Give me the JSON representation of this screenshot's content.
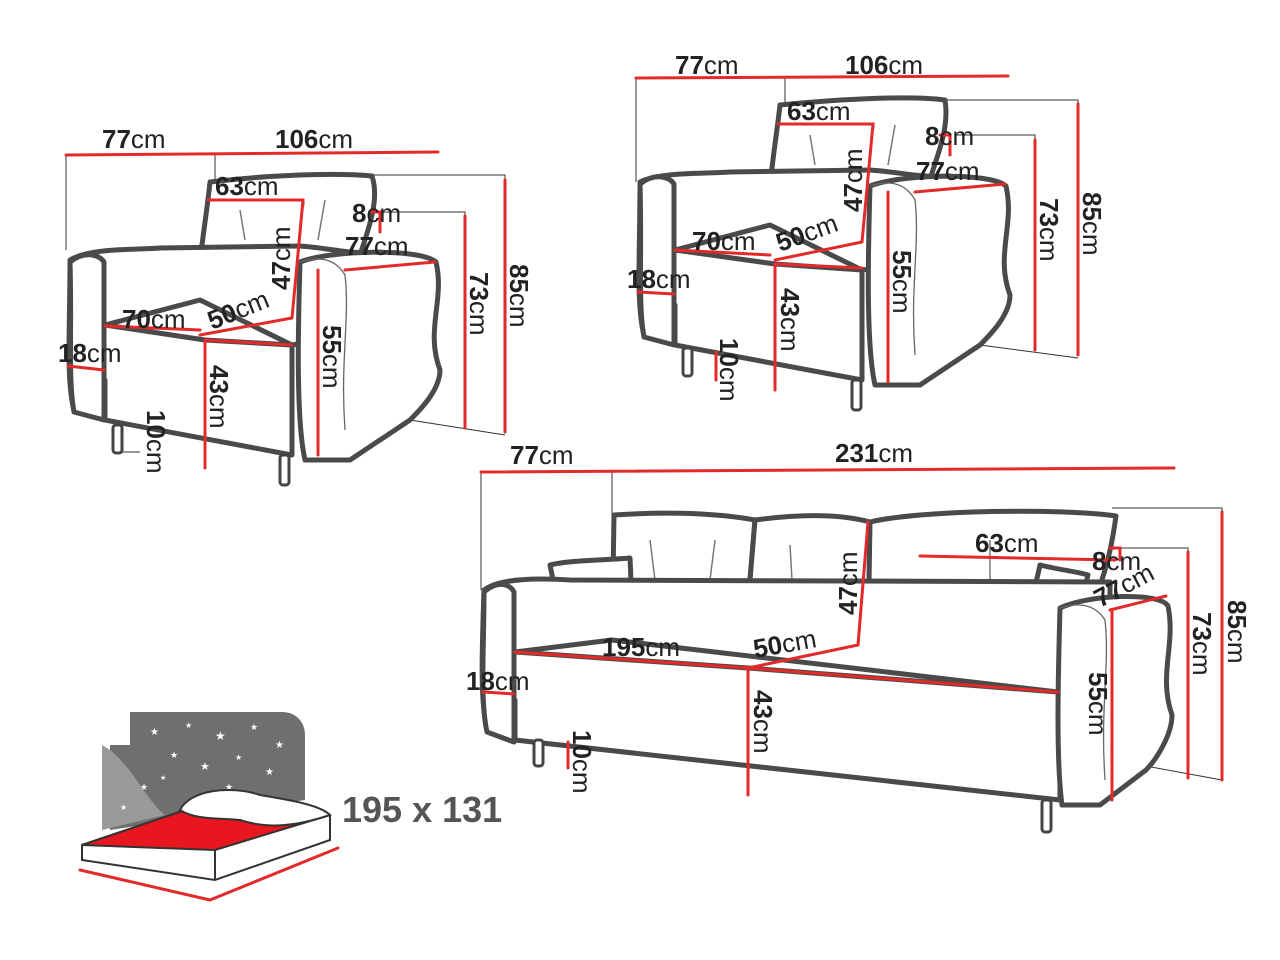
{
  "unit": "cm",
  "armchair_left": {
    "depth": "77",
    "width": "106",
    "backrest_width": "63",
    "backrest_thickness": "8",
    "armrest_depth": "77",
    "backrest_height": "47",
    "seat_width": "70",
    "seat_depth": "50",
    "seat_cushion": "18",
    "seat_height": "43",
    "leg_height": "10",
    "armrest_height": "55",
    "height_at_arm": "73",
    "total_height": "85"
  },
  "armchair_right": {
    "depth": "77",
    "width": "106",
    "backrest_width": "63",
    "backrest_thickness": "8",
    "armrest_depth": "77",
    "backrest_height": "47",
    "seat_width": "70",
    "seat_depth": "50",
    "seat_cushion": "18",
    "seat_height": "43",
    "leg_height": "10",
    "armrest_height": "55",
    "height_at_arm": "73",
    "total_height": "85"
  },
  "sofa": {
    "depth": "77",
    "width": "231",
    "backrest_width": "63",
    "backrest_thickness": "8",
    "armrest_depth": "77",
    "backrest_height": "47",
    "seat_width": "195",
    "seat_depth": "50",
    "seat_cushion": "18",
    "seat_height": "43",
    "leg_height": "10",
    "armrest_height": "55",
    "height_at_arm": "73",
    "total_height": "85"
  },
  "bed": {
    "size": "195 x 131"
  },
  "colors": {
    "accent": "#e32a2a",
    "outline": "#4a4a4a",
    "bed_surface": "#e8171f",
    "night_panel": "#6f6f6f"
  }
}
